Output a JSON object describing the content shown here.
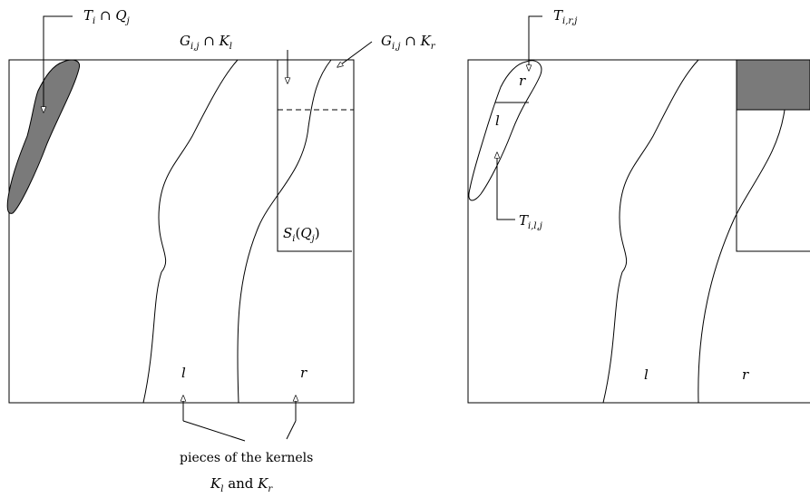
{
  "left_panel": {
    "label_t_intersect_q": "T_i ∩ Q_j",
    "label_g_intersect_kl": "G_{i,j} ∩ K_l",
    "label_g_intersect_kr": "G_{i,j} ∩ K_r",
    "label_s_of_q": "S_i(Q_j)",
    "region_l": "l",
    "region_r": "r"
  },
  "right_panel": {
    "label_t_r": "T_{i,r,j}",
    "label_t_l": "T_{i,l,j}",
    "piece_r": "r",
    "piece_l": "l",
    "region_l": "l",
    "region_r": "r"
  },
  "caption": {
    "line1": "pieces of the kernels",
    "line2": "K_l and K_r"
  },
  "colors": {
    "fill_gray": "#7a7a7a",
    "stroke": "#000000"
  }
}
